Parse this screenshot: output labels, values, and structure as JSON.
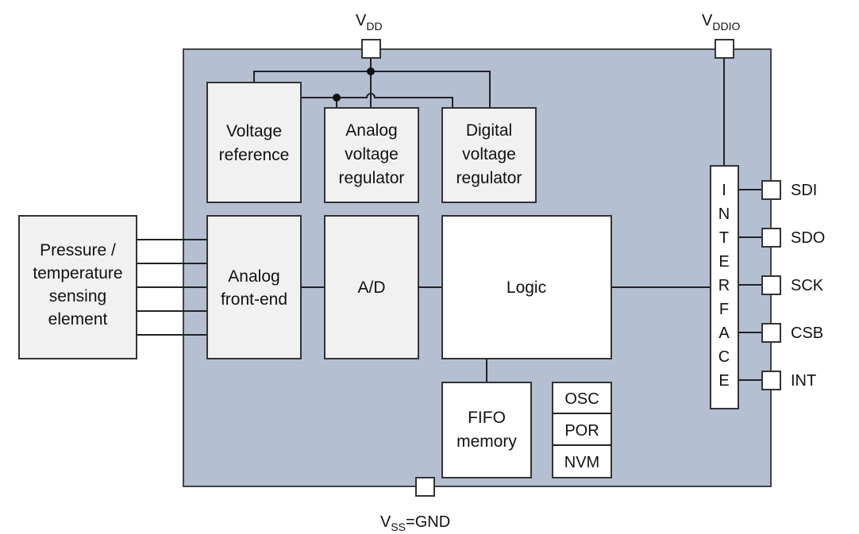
{
  "colors": {
    "chip_fill": "#b4bfd2",
    "block_fill": "#f1f1f1",
    "white_fill": "#ffffff",
    "line": "#222222"
  },
  "supply_pins": {
    "vdd": {
      "main": "V",
      "sub": "DD"
    },
    "vddio": {
      "main": "V",
      "sub": "DDIO"
    },
    "vss": {
      "main": "V",
      "sub": "SS",
      "suffix": "=GND"
    }
  },
  "blocks": {
    "sensing_element": [
      "Pressure /",
      "temperature",
      "sensing",
      "element"
    ],
    "voltage_reference": [
      "Voltage",
      "reference"
    ],
    "analog_regulator": [
      "Analog",
      "voltage",
      "regulator"
    ],
    "digital_regulator": [
      "Digital",
      "voltage",
      "regulator"
    ],
    "analog_front_end": [
      "Analog",
      "front-end"
    ],
    "adc": [
      "A/D"
    ],
    "logic": [
      "Logic"
    ],
    "fifo": [
      "FIFO",
      "memory"
    ],
    "misc": [
      "OSC",
      "POR",
      "NVM"
    ],
    "interface_letters": [
      "I",
      "N",
      "T",
      "E",
      "R",
      "F",
      "A",
      "C",
      "E"
    ]
  },
  "interface_pins": [
    "SDI",
    "SDO",
    "SCK",
    "CSB",
    "INT"
  ]
}
